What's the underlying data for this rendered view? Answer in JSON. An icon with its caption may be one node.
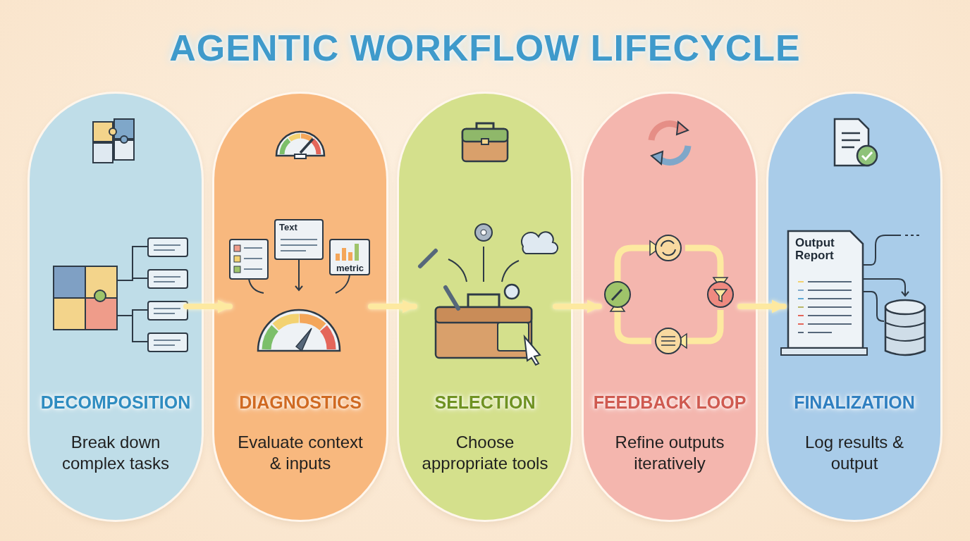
{
  "diagram": {
    "title": "AGENTIC WORKFLOW LIFECYCLE",
    "nodes": [
      {
        "text": [
          "DECOMPOSITION",
          "Break down complex tasks"
        ]
      },
      {
        "text": [
          "DIAGNOSTICS",
          "Evaluate context & inputs"
        ]
      },
      {
        "text": [
          "SELECTION",
          "Choose appropriate tools"
        ]
      },
      {
        "text": [
          "FEEDBACK LOOP",
          "Refine outputs iteratively"
        ]
      },
      {
        "text": [
          "FINALIZATION",
          "Log results & output"
        ]
      }
    ],
    "edges": [
      {
        "from": 0,
        "to": 1,
        "arrow": "to"
      },
      {
        "from": 1,
        "to": 2,
        "arrow": "to"
      },
      {
        "from": 2,
        "to": 3,
        "arrow": "to"
      },
      {
        "from": 3,
        "to": 4,
        "arrow": "to"
      }
    ],
    "labels": [
      "Text",
      "metric",
      "Output Report"
    ]
  }
}
